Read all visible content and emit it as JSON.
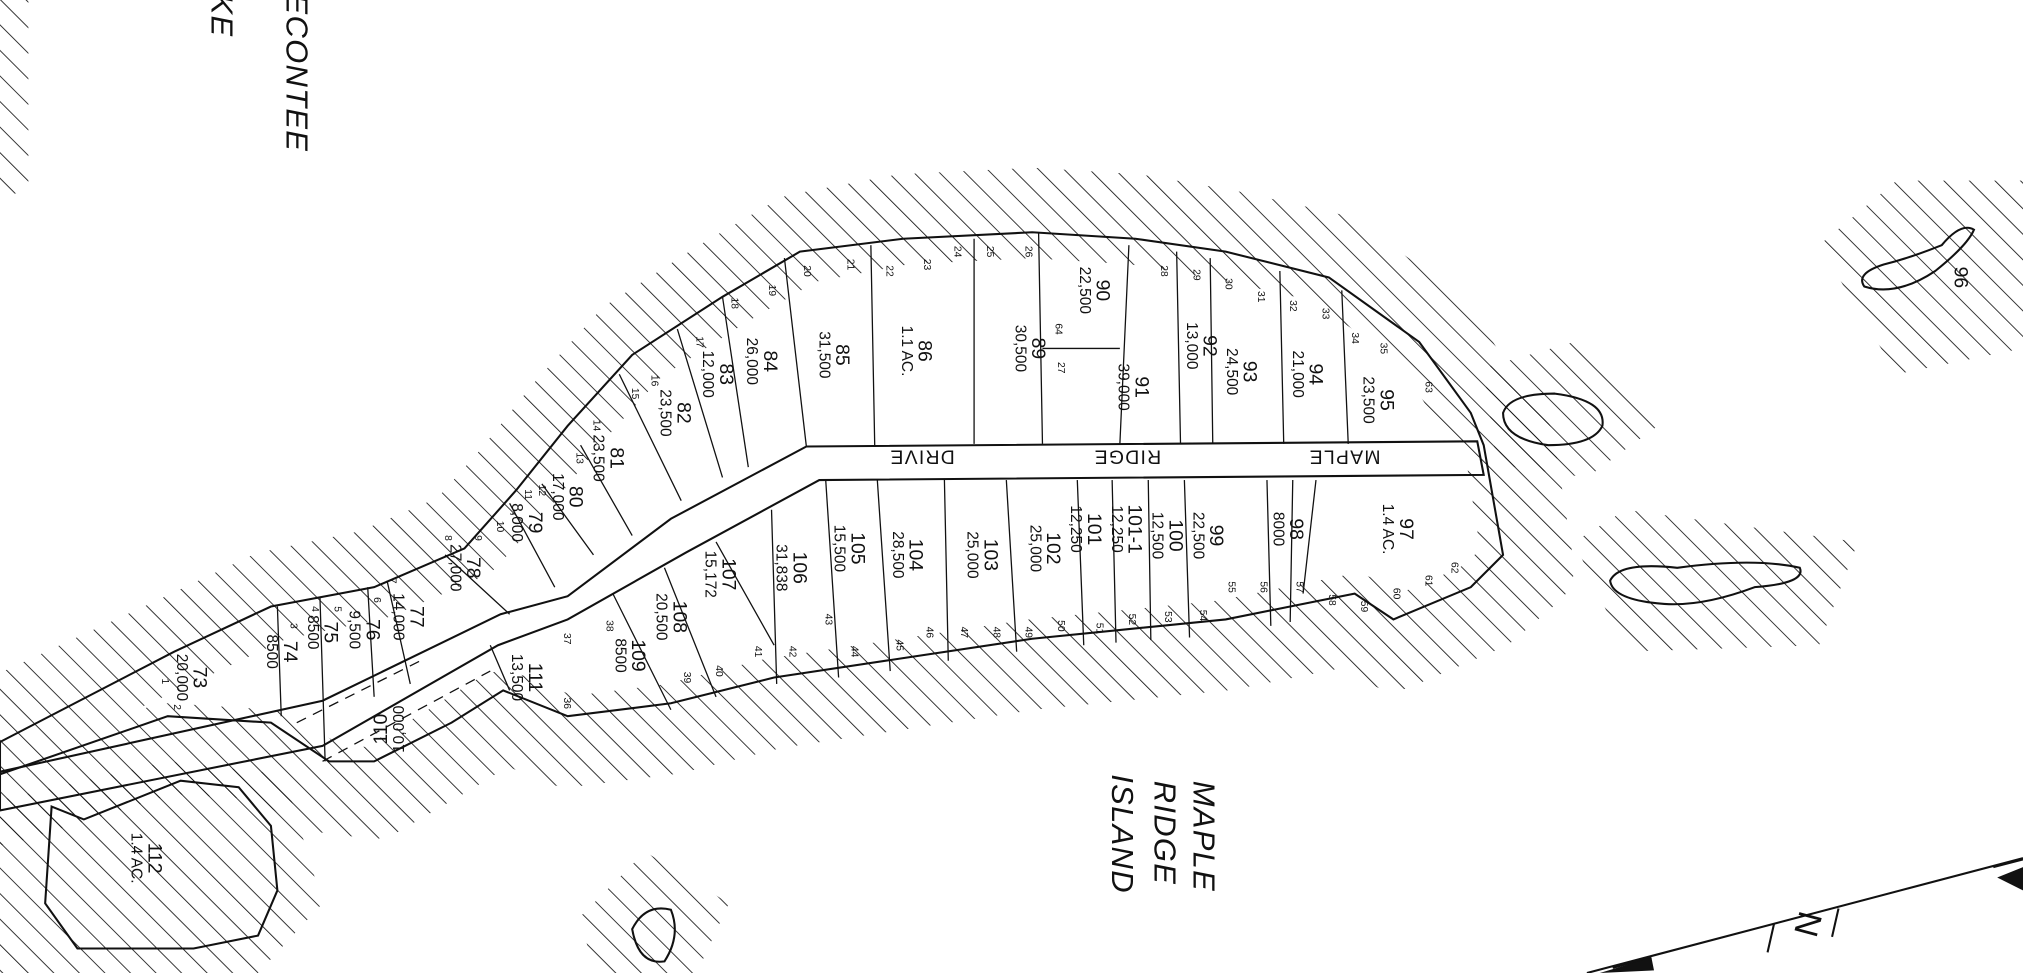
{
  "map": {
    "island_label": [
      "MAPLE",
      "RIDGE",
      "ISLAND"
    ],
    "lake_label": [
      "ECONTEE",
      "KE"
    ],
    "road_label": [
      "MAPLE",
      "RIDGE",
      "DRIVE"
    ],
    "north_label": "N",
    "line_color": "#111111",
    "background": "#ffffff",
    "lots": [
      {
        "n": "73",
        "a": "20,000"
      },
      {
        "n": "74",
        "a": "8500"
      },
      {
        "n": "75",
        "a": "8500"
      },
      {
        "n": "76",
        "a": "9,500"
      },
      {
        "n": "77",
        "a": "14,000"
      },
      {
        "n": "78",
        "a": "27,000"
      },
      {
        "n": "79",
        "a": "8,000"
      },
      {
        "n": "80",
        "a": "17,000"
      },
      {
        "n": "81",
        "a": "23,500"
      },
      {
        "n": "82",
        "a": "23,500"
      },
      {
        "n": "83",
        "a": "12,000"
      },
      {
        "n": "84",
        "a": "26,000"
      },
      {
        "n": "85",
        "a": "31,500"
      },
      {
        "n": "86",
        "a": "1.1 AC."
      },
      {
        "n": "89",
        "a": "30,500"
      },
      {
        "n": "90",
        "a": "22,500"
      },
      {
        "n": "91",
        "a": "39,000"
      },
      {
        "n": "92",
        "a": "13,000"
      },
      {
        "n": "93",
        "a": "24,500"
      },
      {
        "n": "94",
        "a": "21,000"
      },
      {
        "n": "95",
        "a": "23,500"
      },
      {
        "n": "96",
        "a": ""
      },
      {
        "n": "97",
        "a": "1.4 AC."
      },
      {
        "n": "98",
        "a": "8000"
      },
      {
        "n": "99",
        "a": "22,500"
      },
      {
        "n": "100",
        "a": "12,500"
      },
      {
        "n": "101-1",
        "a": "12,250"
      },
      {
        "n": "101",
        "a": "12,250"
      },
      {
        "n": "102",
        "a": "25,000"
      },
      {
        "n": "103",
        "a": "25,000"
      },
      {
        "n": "104",
        "a": "28,500"
      },
      {
        "n": "105",
        "a": "15,500"
      },
      {
        "n": "106",
        "a": "31,838"
      },
      {
        "n": "107",
        "a": "15,172"
      },
      {
        "n": "108",
        "a": "20,500"
      },
      {
        "n": "109",
        "a": "8500"
      },
      {
        "n": "110",
        "a": "10,000"
      },
      {
        "n": "111",
        "a": "13,500"
      },
      {
        "n": "112",
        "a": "1.4 AC."
      }
    ],
    "frontage_numbers": [
      "1",
      "2",
      "3",
      "4",
      "5",
      "6",
      "7",
      "8",
      "9",
      "10",
      "11",
      "12",
      "13",
      "14",
      "15",
      "16",
      "17",
      "18",
      "19",
      "20",
      "21",
      "22",
      "23",
      "24",
      "25",
      "26",
      "27",
      "28",
      "29",
      "30",
      "31",
      "32",
      "33",
      "34",
      "35",
      "36",
      "37",
      "38",
      "39",
      "40",
      "41",
      "42",
      "43",
      "44",
      "45",
      "46",
      "47",
      "48",
      "49",
      "50",
      "51",
      "52",
      "53",
      "54",
      "55",
      "56",
      "57",
      "58",
      "59",
      "60",
      "61",
      "62",
      "63",
      "64"
    ]
  }
}
